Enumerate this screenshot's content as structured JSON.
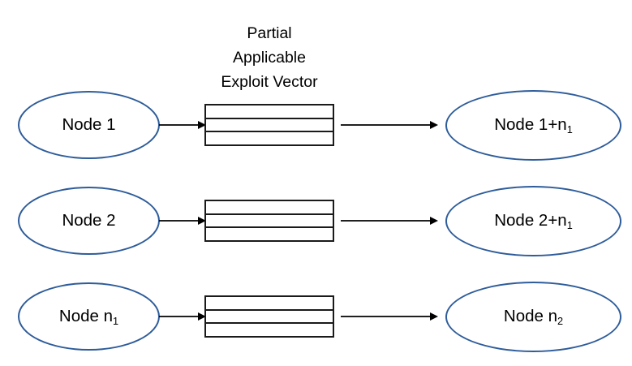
{
  "diagram": {
    "vector_title": {
      "line1": "Partial",
      "line2": "Applicable",
      "line3": "Exploit Vector",
      "full": "Partial Applicable Exploit Vector"
    },
    "colors": {
      "ellipse_border": "#2E5C9A",
      "ellipse_fill": "#FFFFFF",
      "vector_border": "#1A1A1A",
      "arrow": "#000000",
      "text": "#000000",
      "background": "#FFFFFF"
    },
    "vector_cell_count": 3,
    "rows": [
      {
        "source": {
          "prefix": "Node 1",
          "subscript": ""
        },
        "target": {
          "prefix": "Node 1+n",
          "subscript": "1"
        },
        "vector_label": ""
      },
      {
        "source": {
          "prefix": "Node 2",
          "subscript": ""
        },
        "target": {
          "prefix": "Node 2+n",
          "subscript": "1"
        },
        "vector_label": ""
      },
      {
        "source": {
          "prefix": "Node n",
          "subscript": "1"
        },
        "target": {
          "prefix": "Node n",
          "subscript": "2"
        },
        "vector_label": ""
      }
    ]
  }
}
